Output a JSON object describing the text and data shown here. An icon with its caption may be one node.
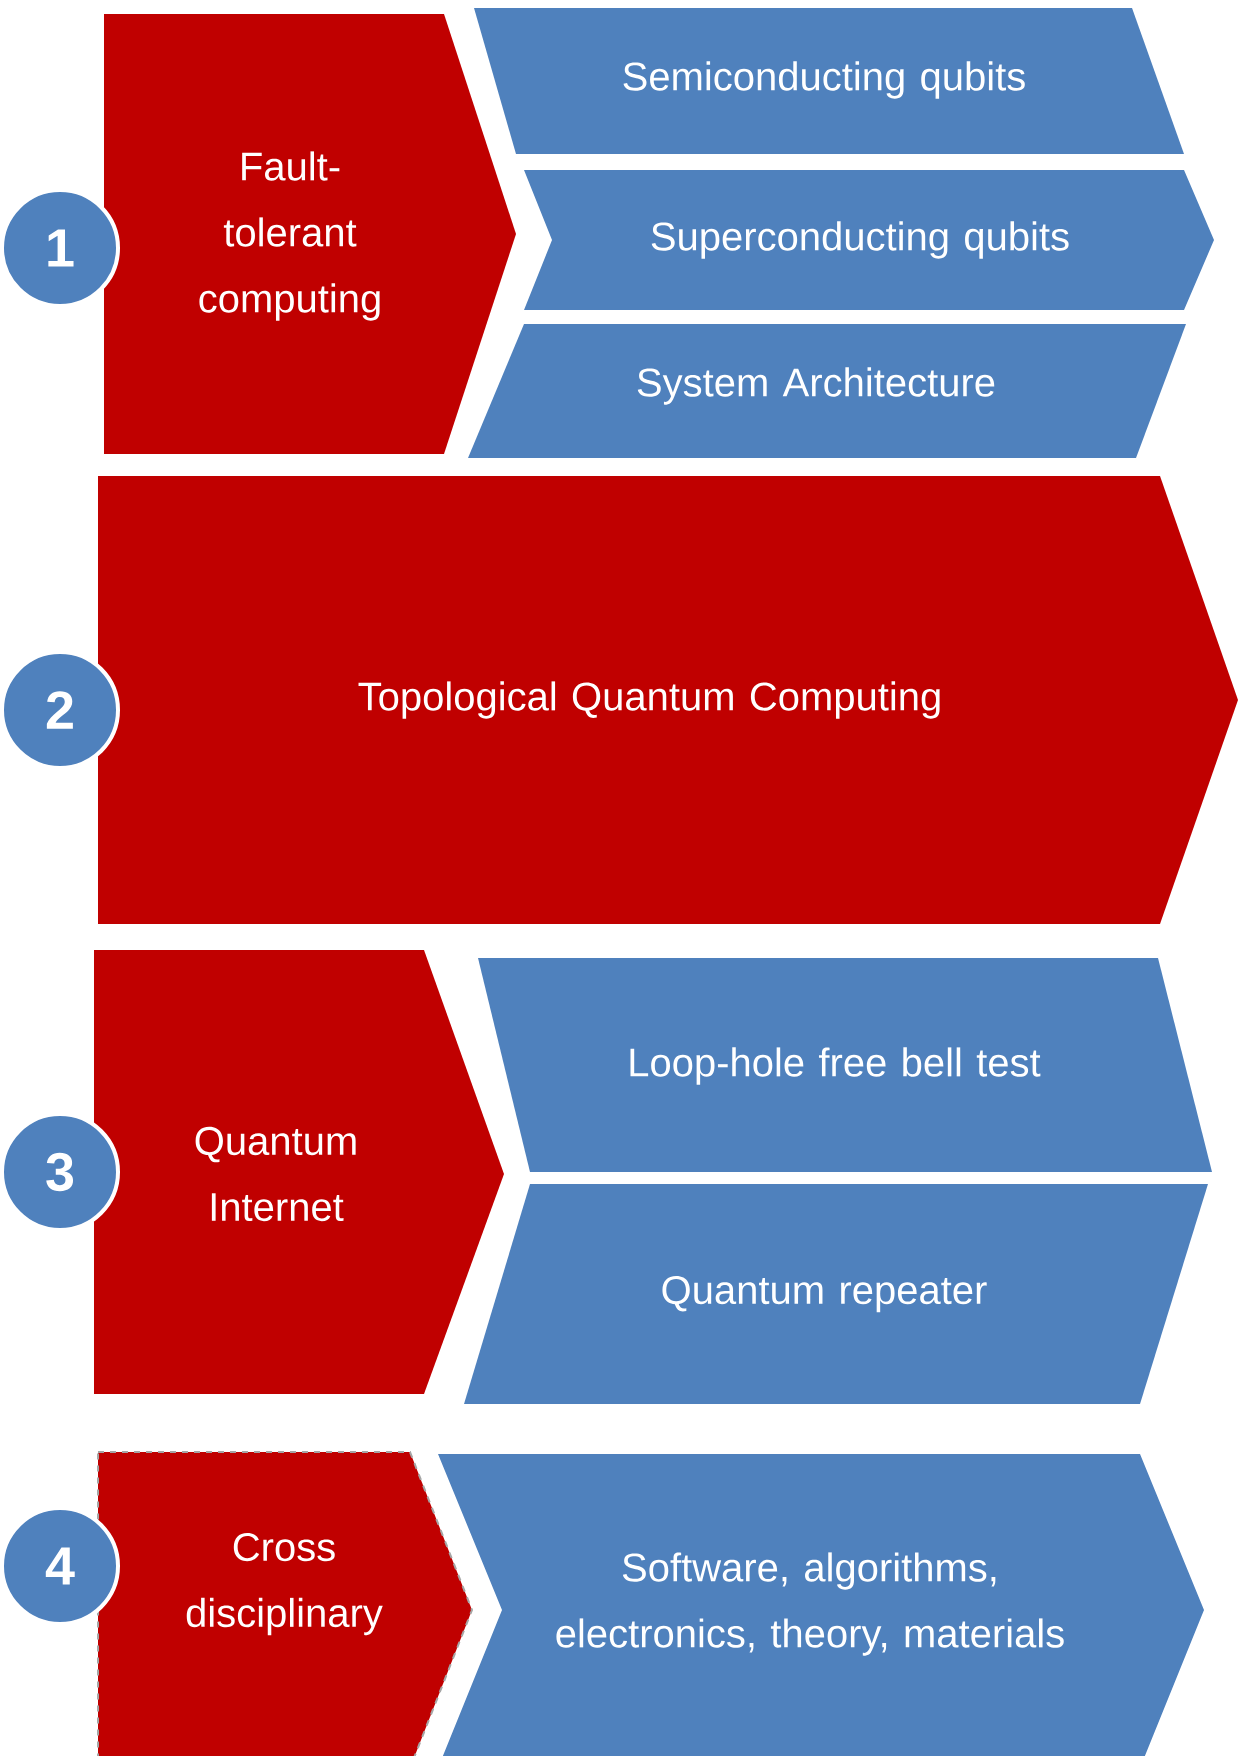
{
  "diagram": {
    "nodes": [
      {
        "text": [
          "1"
        ]
      },
      {
        "text": [
          "Fault-tolerant computing"
        ]
      },
      {
        "text": [
          "Semiconducting qubits"
        ]
      },
      {
        "text": [
          "Superconducting qubits"
        ]
      },
      {
        "text": [
          "System Architecture"
        ]
      },
      {
        "text": [
          "2"
        ]
      },
      {
        "text": [
          "Topological Quantum Computing"
        ]
      },
      {
        "text": [
          "3"
        ]
      },
      {
        "text": [
          "Quantum Internet"
        ]
      },
      {
        "text": [
          "Loop-hole free bell test"
        ]
      },
      {
        "text": [
          "Quantum repeater"
        ]
      },
      {
        "text": [
          "4"
        ]
      },
      {
        "text": [
          "Cross disciplinary"
        ]
      },
      {
        "text": [
          "Software, algorithms, electronics, theory, materials"
        ]
      }
    ]
  }
}
